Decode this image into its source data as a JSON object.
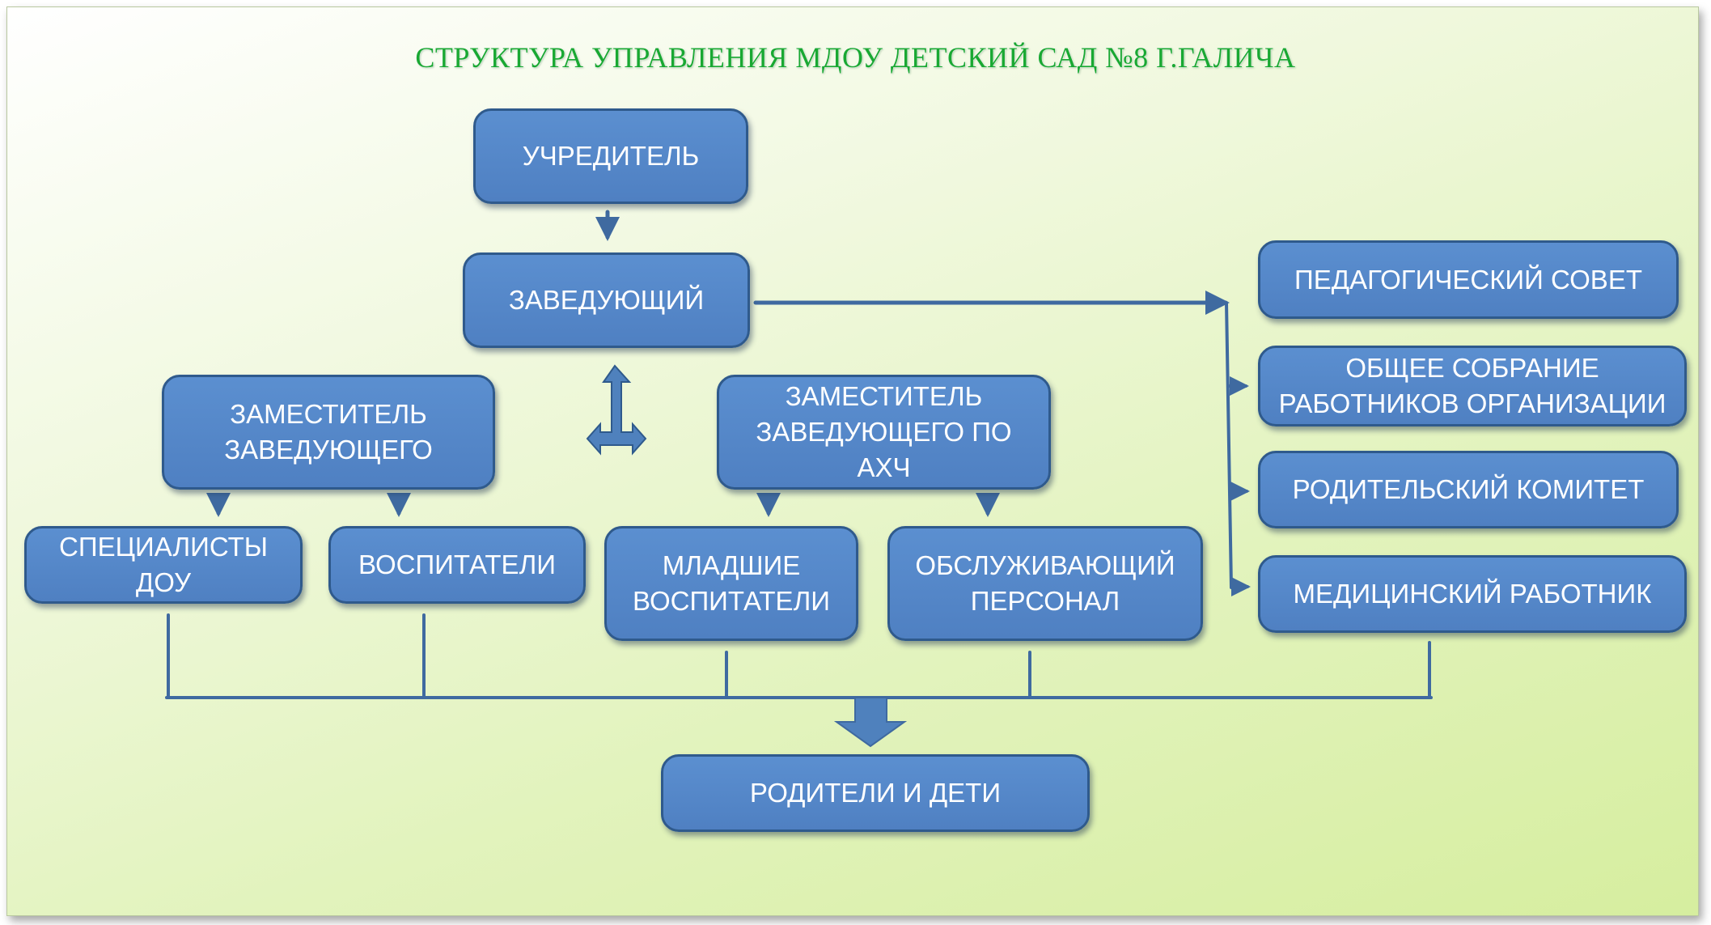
{
  "title": "СТРУКТУРА УПРАВЛЕНИЯ МДОУ ДЕТСКИЙ САД №8 Г.ГАЛИЧА",
  "colors": {
    "box_fill": "#4f81bd",
    "box_border": "#2f5a8c",
    "title": "#19a832",
    "connector": "#3f6aa0"
  },
  "nodes": {
    "founder": "УЧРЕДИТЕЛЬ",
    "head": "ЗАВЕДУЮЩИЙ",
    "deputy": "ЗАМЕСТИТЕЛЬ\nЗАВЕДУЮЩЕГО",
    "deputy_ahch": "ЗАМЕСТИТЕЛЬ\nЗАВЕДУЮЩЕГО ПО\nАХЧ",
    "specialists": "СПЕЦИАЛИСТЫ\nДОУ",
    "educators": "ВОСПИТАТЕЛИ",
    "junior_educators": "МЛАДШИЕ\nВОСПИТАТЕЛИ",
    "service_staff": "ОБСЛУЖИВАЮЩИЙ\nПЕРСОНАЛ",
    "pedagogical_council": "ПЕДАГОГИЧЕСКИЙ СОВЕТ",
    "general_meeting": "ОБЩЕЕ СОБРАНИЕ\nРАБОТНИКОВ ОРГАНИЗАЦИИ",
    "parents_committee": "РОДИТЕЛЬСКИЙ КОМИТЕТ",
    "medical_worker": "МЕДИЦИНСКИЙ РАБОТНИК",
    "parents_children": "РОДИТЕЛИ И ДЕТИ"
  }
}
